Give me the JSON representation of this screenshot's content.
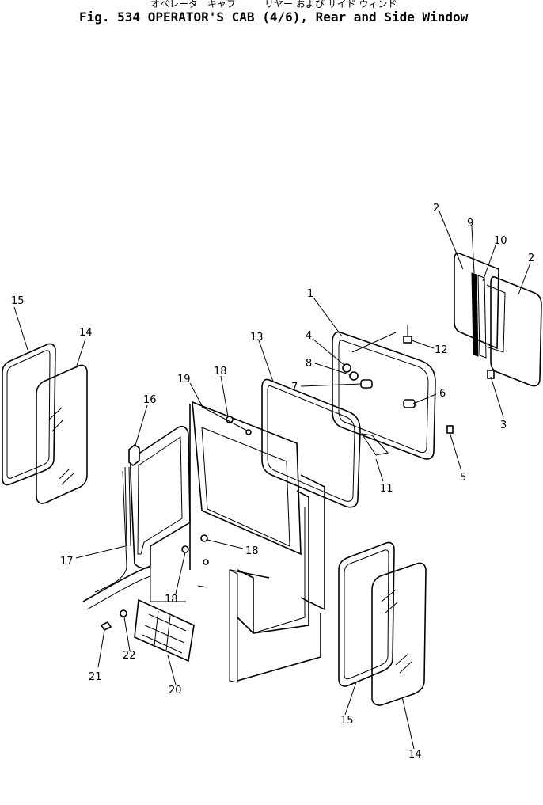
{
  "header": {
    "title_jp": "オペレータ　キャブ　　　リヤー および サイド ウィンド",
    "title_en": "Fig. 534   OPERATOR'S CAB (4/6), Rear and Side Window"
  },
  "callouts": [
    {
      "label": "1"
    },
    {
      "label": "2"
    },
    {
      "label": "2"
    },
    {
      "label": "3"
    },
    {
      "label": "4"
    },
    {
      "label": "5"
    },
    {
      "label": "6"
    },
    {
      "label": "7"
    },
    {
      "label": "8"
    },
    {
      "label": "9"
    },
    {
      "label": "10"
    },
    {
      "label": "11"
    },
    {
      "label": "12"
    },
    {
      "label": "13"
    },
    {
      "label": "14"
    },
    {
      "label": "14"
    },
    {
      "label": "15"
    },
    {
      "label": "15"
    },
    {
      "label": "16"
    },
    {
      "label": "17"
    },
    {
      "label": "18"
    },
    {
      "label": "18"
    },
    {
      "label": "18"
    },
    {
      "label": "19"
    },
    {
      "label": "20"
    },
    {
      "label": "21"
    },
    {
      "label": "22"
    }
  ]
}
